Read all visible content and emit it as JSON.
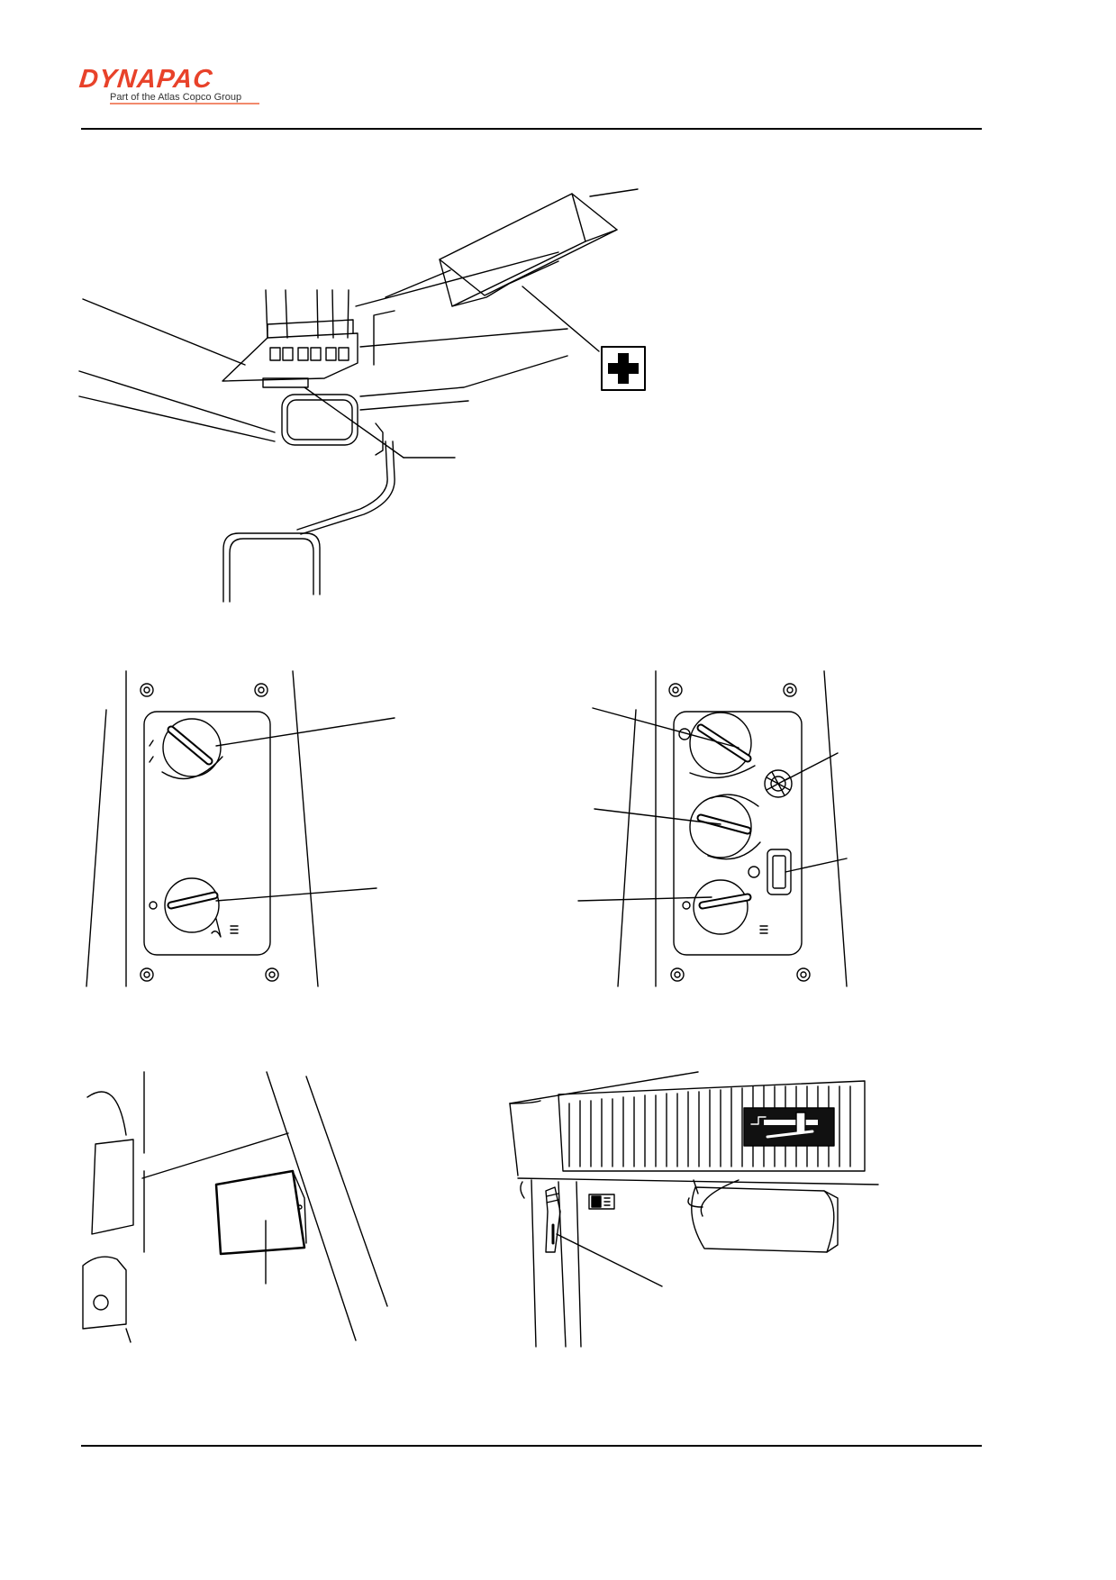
{
  "header": {
    "brand": "DYNAPAC",
    "tagline": "Part of the Atlas Copco Group",
    "brand_color": "#e8422a"
  },
  "figures": [
    {
      "id": "cab-ceiling-fuse-first-aid",
      "icons": [
        "fuse-switch-panel-icon",
        "first-aid-cross-icon",
        "interior-lamp-icon"
      ]
    },
    {
      "id": "heater-panel-two-knobs",
      "icons": [
        "temperature-knob-icon",
        "fan-knob-icon"
      ]
    },
    {
      "id": "heater-ac-panel-three-knobs",
      "icons": [
        "temperature-knob-icon",
        "air-distribution-knob-icon",
        "fan-knob-icon",
        "ac-vent-icon",
        "ac-switch-icon"
      ]
    },
    {
      "id": "cab-door-pocket",
      "icons": [
        "document-holder-icon"
      ]
    },
    {
      "id": "roof-vent-handle",
      "icons": [
        "vent-slider-icon",
        "vent-lever-icon"
      ]
    }
  ]
}
